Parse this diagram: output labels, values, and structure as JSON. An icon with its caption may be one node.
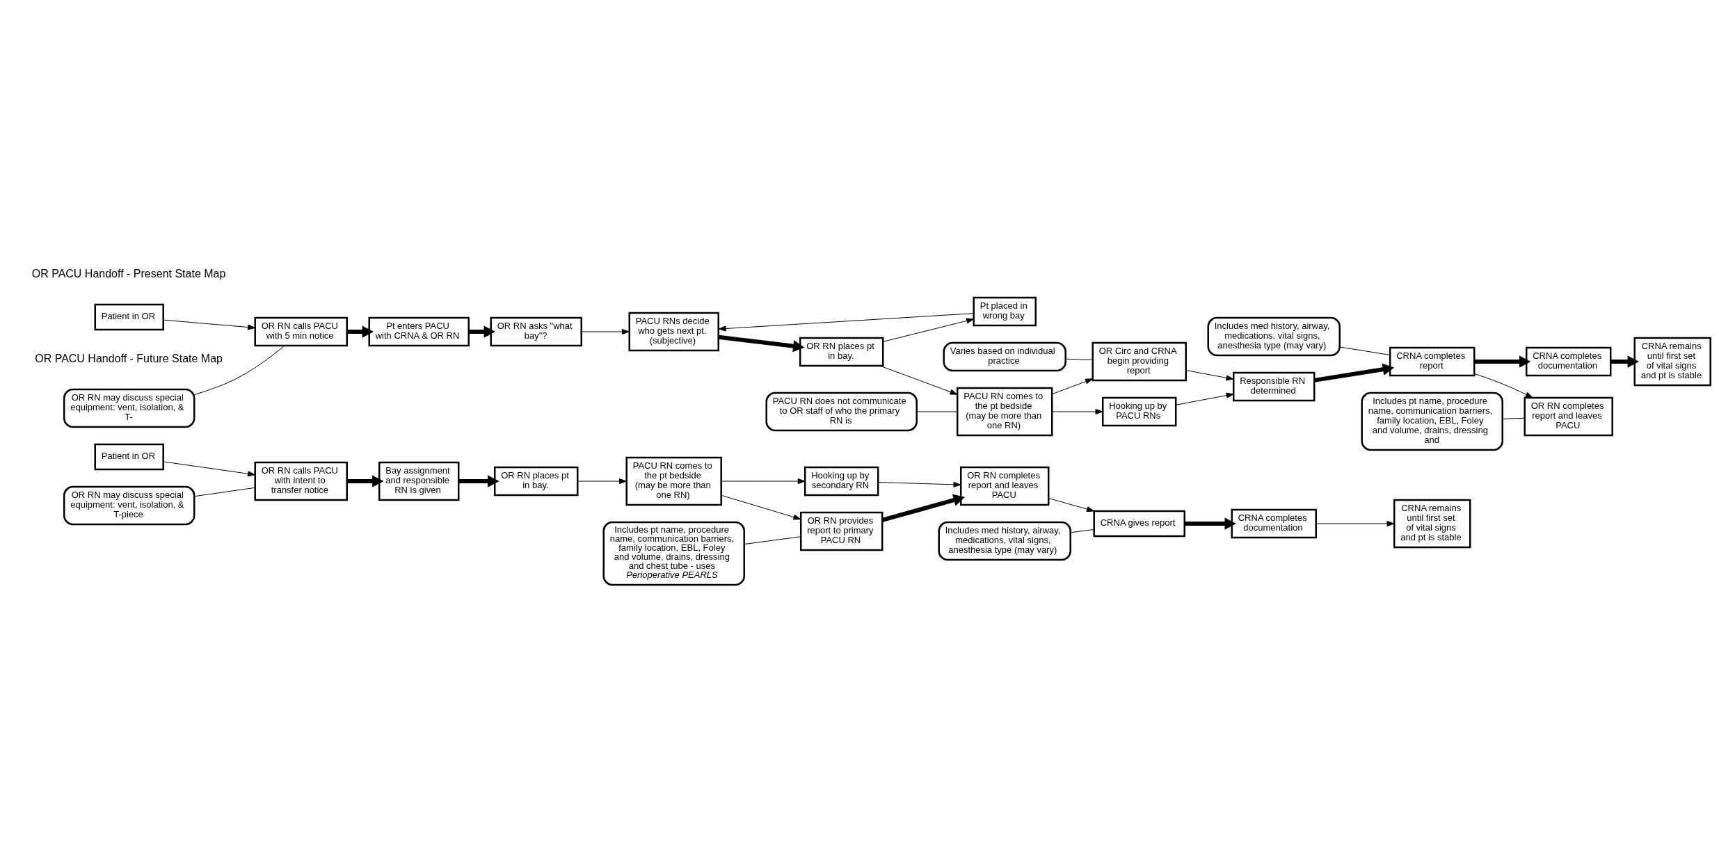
{
  "diagram": {
    "nodes": [
      {
        "text": [
          "Patient in OR"
        ]
      },
      {
        "text": [
          "OR RN calls PACU with 5 min notice"
        ]
      },
      {
        "text": [
          "Pt enters PACU with CRNA & OR RN"
        ]
      },
      {
        "text": [
          "OR RN asks \"what bay\"?"
        ]
      },
      {
        "text": [
          "PACU RNs decide who gets next pt. (subjective)"
        ]
      },
      {
        "text": [
          "OR RN places pt in bay."
        ]
      },
      {
        "text": [
          "OR RN may discuss special equipment: vent, isolation, & T-"
        ]
      },
      {
        "text": [
          "Pt placed in wrong bay"
        ]
      },
      {
        "text": [
          "PACU RN comes to the pt bedside (may be more than one RN)"
        ]
      },
      {
        "text": [
          "Hooking up by PACU RNs"
        ]
      },
      {
        "text": [
          "OR Circ and CRNA begin providing report"
        ]
      },
      {
        "text": [
          "Responsible RN determined"
        ]
      },
      {
        "text": [
          "CRNA completes report"
        ]
      },
      {
        "text": [
          "OR RN completes report and leaves PACU"
        ]
      },
      {
        "text": [
          "Includes pt name, procedure name, communication barriers, family location, EBL, Foley and volume, drains, dressing and"
        ]
      },
      {
        "text": [
          "CRNA completes documentation"
        ]
      },
      {
        "text": [
          "CRNA remains until first set of vital signs and pt is stable"
        ]
      },
      {
        "text": [
          "PACU RN does not communicate to OR staff of who the primary RN is"
        ]
      },
      {
        "text": [
          "Varies based on individual practice"
        ]
      },
      {
        "text": [
          "Includes med history, airway, medications, vital signs, anesthesia type (may vary)"
        ]
      },
      {
        "text": [
          "Patient in OR"
        ]
      },
      {
        "text": [
          "OR RN calls PACU with intent to transfer notice"
        ]
      },
      {
        "text": [
          "Bay assignment and responsible RN is given"
        ]
      },
      {
        "text": [
          "OR RN places pt in bay."
        ]
      },
      {
        "text": [
          "PACU RN comes to the pt bedside (may be more than one RN)"
        ]
      },
      {
        "text": [
          "OR RN may discuss special equipment: vent, isolation, & T-piece"
        ]
      },
      {
        "text": [
          "Hooking up by secondary RN"
        ]
      },
      {
        "text": [
          "OR RN provides report to primary PACU RN"
        ]
      },
      {
        "text": [
          "OR RN completes report and leaves PACU"
        ]
      },
      {
        "text": [
          "CRNA gives report"
        ]
      },
      {
        "text": [
          "CRNA completes documentation"
        ]
      },
      {
        "text": [
          "CRNA remains until first set of vital signs and pt is stable"
        ]
      },
      {
        "text": [
          "Includes pt name, procedure name, communication barriers, family location, EBL, Foley and volume, drains, dressing and chest tube - uses *Perioperative PEARLS*"
        ]
      },
      {
        "text": [
          "Includes med history, airway, medications, vital signs, anesthesia type (may vary)"
        ]
      }
    ],
    "edges": [
      {
        "from": 0,
        "to": 1,
        "arrow": "to"
      },
      {
        "from": 1,
        "to": 2,
        "arrow": "to",
        "style": "thick"
      },
      {
        "from": 2,
        "to": 3,
        "arrow": "to",
        "style": "thick"
      },
      {
        "from": 3,
        "to": 4,
        "arrow": "to"
      },
      {
        "from": 4,
        "to": 5,
        "arrow": "to",
        "style": "thick"
      },
      {
        "from": 5,
        "to": 7,
        "arrow": "to"
      },
      {
        "from": 7,
        "to": 4,
        "arrow": "to"
      },
      {
        "from": 6,
        "to": 1,
        "arrow": "none"
      },
      {
        "from": 5,
        "to": 8,
        "arrow": "to"
      },
      {
        "from": 8,
        "to": 9,
        "arrow": "to"
      },
      {
        "from": 8,
        "to": 10,
        "arrow": "to"
      },
      {
        "from": 9,
        "to": 11,
        "arrow": "to"
      },
      {
        "from": 10,
        "to": 11,
        "arrow": "to"
      },
      {
        "from": 11,
        "to": 12,
        "arrow": "to",
        "style": "thick"
      },
      {
        "from": 12,
        "to": 13,
        "arrow": "to"
      },
      {
        "from": 12,
        "to": 15,
        "arrow": "to",
        "style": "thick"
      },
      {
        "from": 15,
        "to": 16,
        "arrow": "to",
        "style": "thick"
      },
      {
        "from": 14,
        "to": 13,
        "arrow": "none"
      },
      {
        "from": 17,
        "to": 8,
        "arrow": "none"
      },
      {
        "from": 18,
        "to": 10,
        "arrow": "none"
      },
      {
        "from": 19,
        "to": 12,
        "arrow": "none"
      },
      {
        "from": 20,
        "to": 21,
        "arrow": "to"
      },
      {
        "from": 21,
        "to": 22,
        "arrow": "to",
        "style": "thick"
      },
      {
        "from": 22,
        "to": 23,
        "arrow": "to",
        "style": "thick"
      },
      {
        "from": 23,
        "to": 24,
        "arrow": "to"
      },
      {
        "from": 25,
        "to": 21,
        "arrow": "none"
      },
      {
        "from": 24,
        "to": 26,
        "arrow": "to"
      },
      {
        "from": 24,
        "to": 27,
        "arrow": "to"
      },
      {
        "from": 26,
        "to": 28,
        "arrow": "to"
      },
      {
        "from": 27,
        "to": 28,
        "arrow": "to",
        "style": "thick"
      },
      {
        "from": 28,
        "to": 29,
        "arrow": "to"
      },
      {
        "from": 29,
        "to": 30,
        "arrow": "to",
        "style": "thick"
      },
      {
        "from": 30,
        "to": 31,
        "arrow": "to"
      },
      {
        "from": 32,
        "to": 27,
        "arrow": "none"
      },
      {
        "from": 33,
        "to": 29,
        "arrow": "none"
      }
    ],
    "labels": [
      "OR PACU Handoff - Present State Map",
      "OR PACU Handoff - Future State Map"
    ]
  }
}
